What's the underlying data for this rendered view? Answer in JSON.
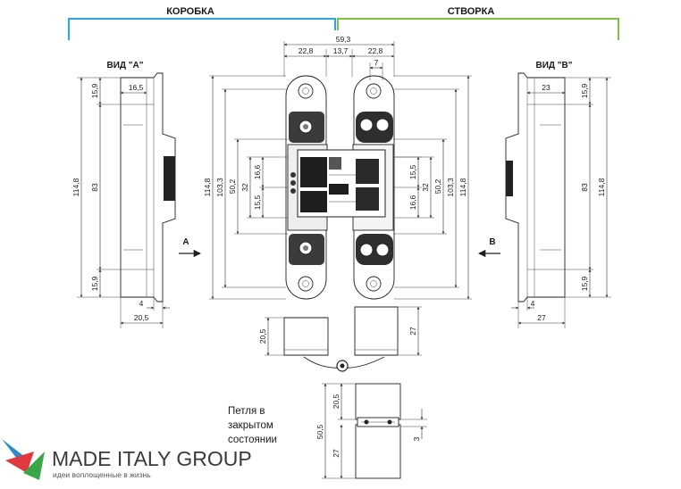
{
  "headers": {
    "frame_label": "КОРОБКА",
    "leaf_label": "СТВОРКА",
    "frame_color": "#29a9e0",
    "leaf_color": "#7cc242"
  },
  "views": {
    "view_a": "ВИД \"A\"",
    "view_b": "ВИД \"B\"",
    "arrow_a": "A",
    "arrow_b": "B"
  },
  "dims": {
    "total_width": "59,3",
    "left_width": "22,8",
    "center_width": "13,7",
    "right_width": "22,8",
    "top_small": "7",
    "va_top": "15,9",
    "va_ear": "16,5",
    "va_height": "114,8",
    "va_mid": "83",
    "va_bottom": "15,9",
    "va_b1": "4",
    "va_b2": "20,5",
    "vb_ear": "23",
    "vb_top": "15,9",
    "vb_mid": "83",
    "vb_height": "114,8",
    "vb_bottom": "15,9",
    "vb_b1": "4",
    "vb_b2": "27",
    "l_outer": "114,8",
    "l_103": "103,3",
    "l_50": "50,2",
    "l_32": "32",
    "l_16": "16,6",
    "l_15": "15,5",
    "r_15": "15,5",
    "r_16": "16,6",
    "r_32": "32",
    "r_50": "50,2",
    "r_103": "103,3",
    "r_outer": "114,8",
    "bot_left": "20,5",
    "bot_right": "27",
    "closed_top": "20,5",
    "closed_bottom": "27",
    "closed_total": "50,5",
    "closed_gap": "3"
  },
  "caption": {
    "line1": "Петля в",
    "line2": "закрытом",
    "line3": "состоянии"
  },
  "logo": {
    "name": "MADE ITALY GROUP",
    "tagline": "идеи воплощенные в жизнь",
    "colors": [
      "#e03a3e",
      "#2e8bcc",
      "#3aa64a"
    ]
  }
}
